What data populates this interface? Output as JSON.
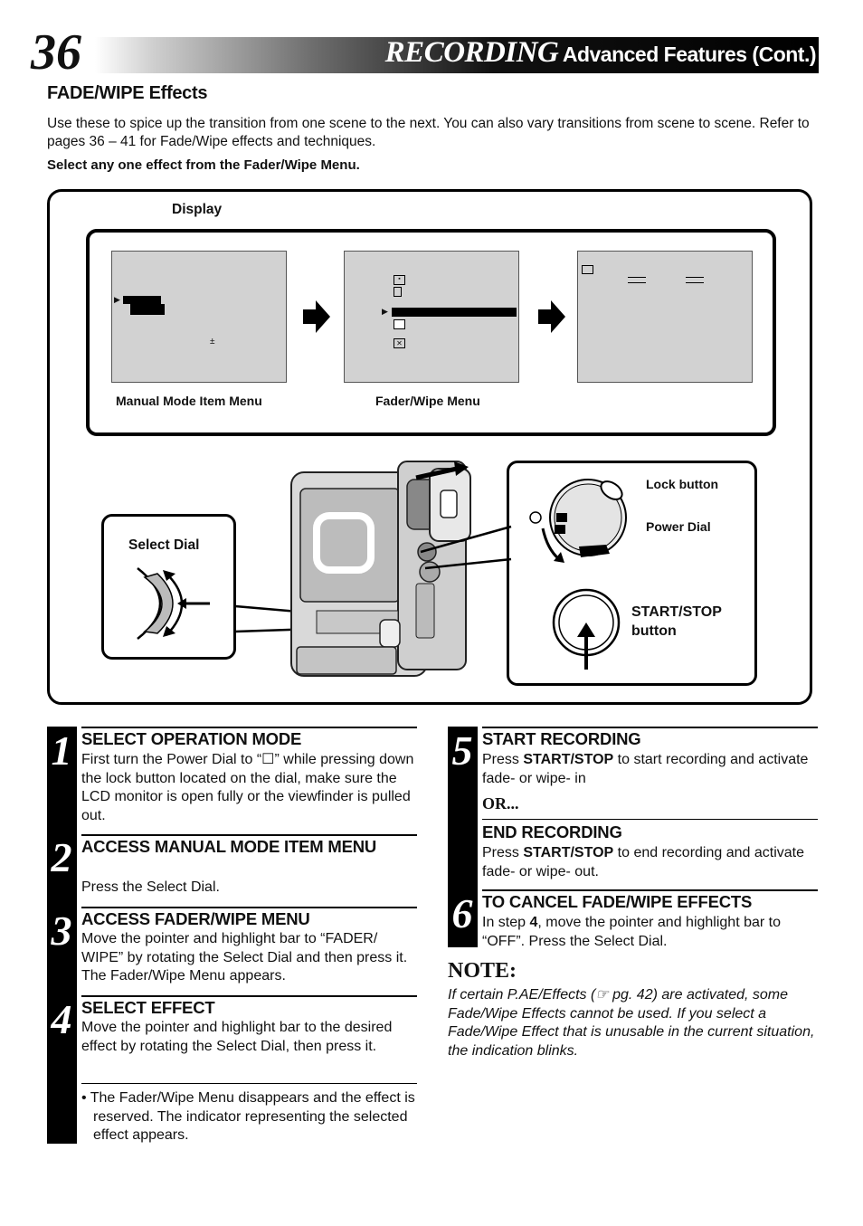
{
  "header": {
    "page_number": "36",
    "title_main": "RECORDING",
    "title_sub": "Advanced Features (Cont.)"
  },
  "section": {
    "heading": "FADE/WIPE Effects",
    "intro": "Use these to spice up the transition from one scene to the next. You can also vary transitions from scene to scene. Refer to pages 36 – 41 for Fade/Wipe effects and techniques.",
    "instruction": "Select any one effect from the Fader/Wipe Menu."
  },
  "diagram": {
    "display_label": "Display",
    "screen1_caption": "Manual Mode Item  Menu",
    "screen2_caption": "Fader/Wipe Menu",
    "select_dial_label": "Select Dial",
    "lock_button_label": "Lock button",
    "power_dial_label": "Power Dial",
    "start_stop_label_1": "START/STOP",
    "start_stop_label_2": "button"
  },
  "steps": [
    {
      "number": "1",
      "title": "SELECT OPERATION MODE",
      "body": "First turn the Power Dial to “☐” while pressing down the lock button located on the dial, make sure the LCD monitor is open fully or the viewfinder is pulled out."
    },
    {
      "number": "2",
      "title": "ACCESS MANUAL MODE ITEM MENU",
      "body": "Press the Select Dial."
    },
    {
      "number": "3",
      "title": "ACCESS FADER/WIPE MENU",
      "body": "Move the pointer and highlight bar to “FADER/ WIPE” by rotating the Select Dial and then press it. The Fader/Wipe Menu appears."
    },
    {
      "number": "4",
      "title": "SELECT EFFECT",
      "body": "Move the pointer and highlight bar to the desired effect by rotating the Select Dial, then press it.",
      "bullet": "• The Fader/Wipe Menu disappears and the effect is reserved. The indicator representing the selected effect appears."
    },
    {
      "number": "5",
      "title": "START RECORDING",
      "body_prefix": "Press ",
      "body_bold": "START/STOP",
      "body_suffix": " to start recording and activate fade- or wipe- in"
    },
    {
      "or": "OR..."
    },
    {
      "title": "END RECORDING",
      "body_prefix": "Press ",
      "body_bold": "START/STOP",
      "body_suffix": " to end recording and activate fade- or wipe- out."
    },
    {
      "number": "6",
      "title": "TO CANCEL FADE/WIPE EFFECTS",
      "body_prefix": "In step ",
      "body_bold": "4",
      "body_suffix": ", move the pointer and highlight bar to “OFF”. Press the Select Dial."
    }
  ],
  "note": {
    "title": "NOTE:",
    "body": "If certain P.AE/Effects (☞ pg. 42) are activated, some Fade/Wipe Effects cannot be used. If you select a Fade/Wipe Effect that is unusable in the current situation, the indication blinks."
  }
}
